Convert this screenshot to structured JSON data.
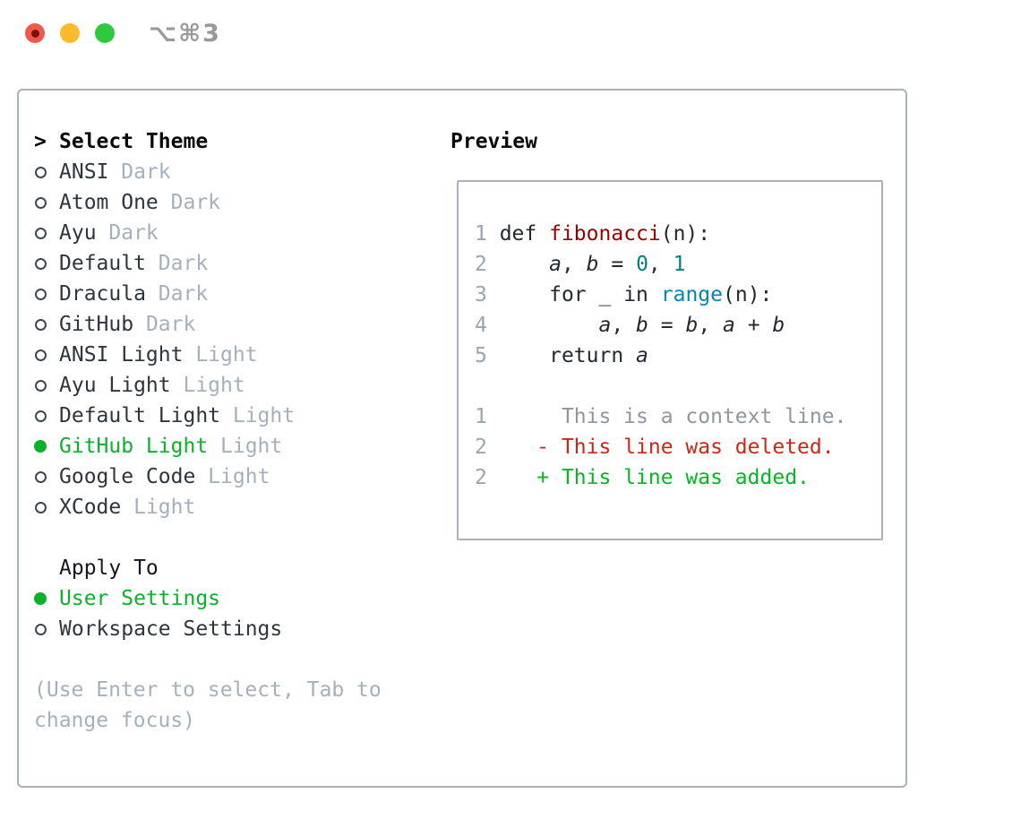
{
  "titlebar": {
    "title": "⌥⌘3",
    "window_controls": [
      {
        "name": "close",
        "has_dot": true
      },
      {
        "name": "minimize",
        "has_dot": false
      },
      {
        "name": "zoom",
        "has_dot": false
      }
    ]
  },
  "theme_picker": {
    "prompt": ">",
    "header": "Select Theme",
    "themes": [
      {
        "label": "ANSI",
        "variant": "Dark",
        "selected": false
      },
      {
        "label": "Atom One",
        "variant": "Dark",
        "selected": false
      },
      {
        "label": "Ayu",
        "variant": "Dark",
        "selected": false
      },
      {
        "label": "Default",
        "variant": "Dark",
        "selected": false
      },
      {
        "label": "Dracula",
        "variant": "Dark",
        "selected": false
      },
      {
        "label": "GitHub",
        "variant": "Dark",
        "selected": false
      },
      {
        "label": "ANSI Light",
        "variant": "Light",
        "selected": false
      },
      {
        "label": "Ayu Light",
        "variant": "Light",
        "selected": false
      },
      {
        "label": "Default Light",
        "variant": "Light",
        "selected": false
      },
      {
        "label": "GitHub Light",
        "variant": "Light",
        "selected": true
      },
      {
        "label": "Google Code",
        "variant": "Light",
        "selected": false
      },
      {
        "label": "XCode",
        "variant": "Light",
        "selected": false
      }
    ],
    "apply_to": {
      "header": "Apply To",
      "options": [
        {
          "label": "User Settings",
          "selected": true
        },
        {
          "label": "Workspace Settings",
          "selected": false
        }
      ]
    },
    "hint_lines": [
      "(Use Enter to select, Tab to",
      "change focus)"
    ]
  },
  "preview": {
    "title": "Preview",
    "lines": [
      {
        "type": "code",
        "num": "1",
        "tokens": [
          [
            "kw",
            "def"
          ],
          [
            "plain",
            " "
          ],
          [
            "func",
            "fibonacci"
          ],
          [
            "plain",
            "(n):"
          ]
        ]
      },
      {
        "type": "code",
        "num": "2",
        "tokens": [
          [
            "plain",
            "    "
          ],
          [
            "var",
            "a"
          ],
          [
            "plain",
            ", "
          ],
          [
            "var",
            "b"
          ],
          [
            "plain",
            " = "
          ],
          [
            "num",
            "0"
          ],
          [
            "plain",
            ", "
          ],
          [
            "num",
            "1"
          ]
        ]
      },
      {
        "type": "code",
        "num": "3",
        "tokens": [
          [
            "plain",
            "    "
          ],
          [
            "kw",
            "for"
          ],
          [
            "plain",
            " _ "
          ],
          [
            "kw",
            "in"
          ],
          [
            "plain",
            " "
          ],
          [
            "builtin",
            "range"
          ],
          [
            "plain",
            "(n):"
          ]
        ]
      },
      {
        "type": "code",
        "num": "4",
        "tokens": [
          [
            "plain",
            "        "
          ],
          [
            "var",
            "a"
          ],
          [
            "plain",
            ", "
          ],
          [
            "var",
            "b"
          ],
          [
            "plain",
            " = "
          ],
          [
            "var",
            "b"
          ],
          [
            "plain",
            ", "
          ],
          [
            "var",
            "a"
          ],
          [
            "plain",
            " + "
          ],
          [
            "var",
            "b"
          ]
        ]
      },
      {
        "type": "code",
        "num": "5",
        "tokens": [
          [
            "plain",
            "    "
          ],
          [
            "kw",
            "return"
          ],
          [
            "plain",
            " "
          ],
          [
            "var",
            "a"
          ]
        ]
      },
      {
        "type": "blank"
      },
      {
        "type": "diff",
        "num": "1",
        "kind": "context",
        "text": "     This is a context line."
      },
      {
        "type": "diff",
        "num": "2",
        "kind": "deleted",
        "text": "   - This line was deleted."
      },
      {
        "type": "diff",
        "num": "2",
        "kind": "added",
        "text": "   + This line was added."
      }
    ]
  },
  "colors": {
    "ui_green": "#0bb02b",
    "added_green": "#00b81f",
    "deleted_red": "#cb2615",
    "func_red": "#990000",
    "number_teal": "#008080",
    "builtin_blue": "#0086b3",
    "code_plain": "#24292e",
    "line_number": "#9aa5b1",
    "context_gray": "#8f969e",
    "variant_gray": "#a6b0bd",
    "item_dark": "#2f353c",
    "hint_gray": "#a6b0bd",
    "border_gray": "#a9b1bb",
    "titlebar_gray": "#98989d",
    "close_red": "#f2574d",
    "close_dot": "#7c100c",
    "minimize_yellow": "#fcbb2d",
    "zoom_green": "#2ec93e"
  }
}
